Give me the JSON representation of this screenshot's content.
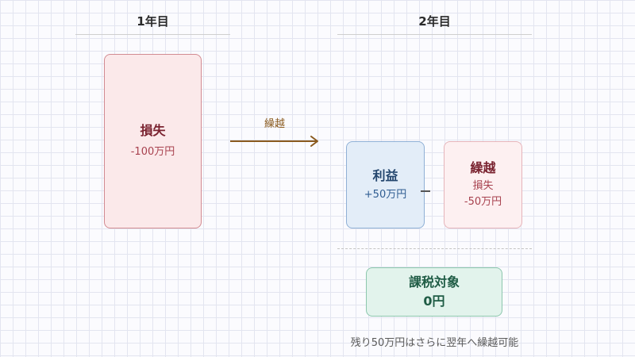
{
  "year1": {
    "title": "1年目",
    "loss_box": {
      "title": "損失",
      "value": "-100万円"
    }
  },
  "arrow": {
    "label": "繰越"
  },
  "year2": {
    "title": "2年目",
    "profit_box": {
      "title": "利益",
      "value": "+50万円"
    },
    "carryover_box": {
      "title": "繰越",
      "subtitle": "損失",
      "value": "-50万円"
    },
    "operator": "−",
    "taxable_box": {
      "title": "課税対象",
      "value": "0円"
    },
    "note": "残り50万円はさらに翌年へ繰越可能"
  },
  "colors": {
    "loss": "#fbe9ea",
    "profit": "#e3edf8",
    "carryover": "#fdf0f1",
    "taxable": "#e2f3ec",
    "arrow": "#8a5a1e"
  }
}
